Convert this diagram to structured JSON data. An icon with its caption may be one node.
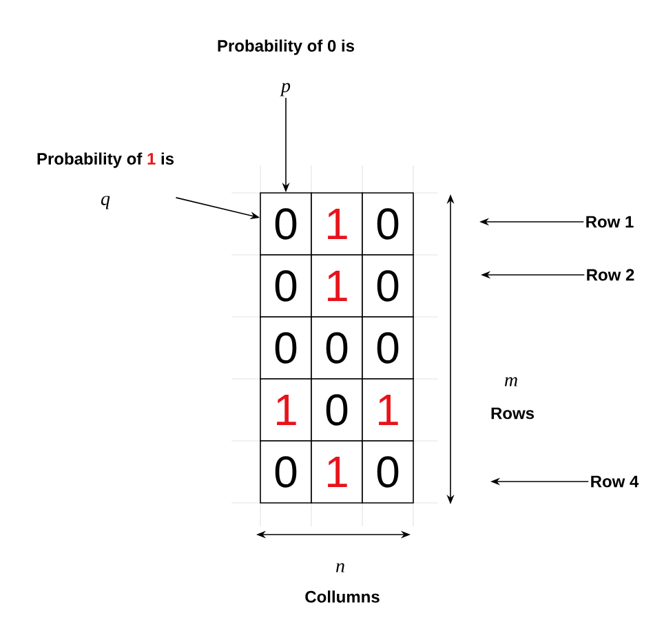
{
  "diagram": {
    "nodes": [
      {
        "text": [
          "Probability of 0 is",
          "p"
        ]
      },
      {
        "text": [
          "Probability of 1 is",
          "q"
        ]
      },
      {
        "text": [
          "0"
        ]
      },
      {
        "text": [
          "1"
        ]
      },
      {
        "text": [
          "0"
        ]
      },
      {
        "text": [
          "0"
        ]
      },
      {
        "text": [
          "1"
        ]
      },
      {
        "text": [
          "0"
        ]
      },
      {
        "text": [
          "0"
        ]
      },
      {
        "text": [
          "0"
        ]
      },
      {
        "text": [
          "0"
        ]
      },
      {
        "text": [
          "1"
        ]
      },
      {
        "text": [
          "0"
        ]
      },
      {
        "text": [
          "1"
        ]
      },
      {
        "text": [
          "0"
        ]
      },
      {
        "text": [
          "1"
        ]
      },
      {
        "text": [
          "0"
        ]
      },
      {
        "text": [
          "Row 1"
        ]
      },
      {
        "text": [
          "Row 2"
        ]
      },
      {
        "text": [
          "Row 4"
        ]
      }
    ],
    "edges": [
      {
        "from": 0,
        "to": 2,
        "arrow": "to"
      },
      {
        "from": 1,
        "to": 2,
        "arrow": "to"
      },
      {
        "from": 17,
        "to": null,
        "arrow": "to"
      },
      {
        "from": 18,
        "to": null,
        "arrow": "to"
      },
      {
        "from": 19,
        "to": null,
        "arrow": "to"
      }
    ],
    "labels": [
      "m",
      "Rows",
      "n",
      "Collumns"
    ]
  }
}
